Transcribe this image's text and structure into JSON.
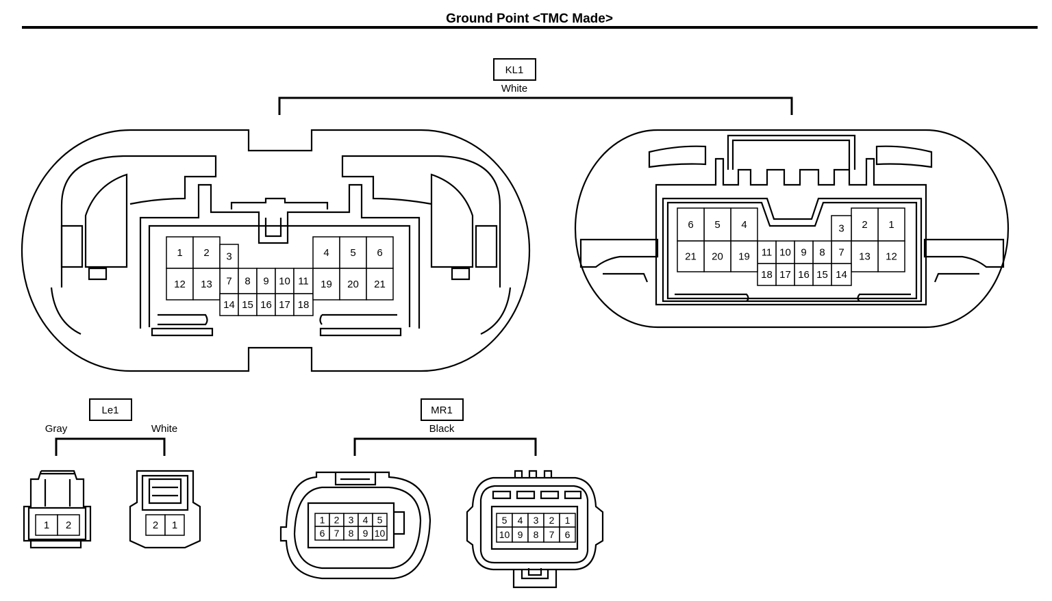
{
  "title": "Ground Point <TMC Made>",
  "connectors": {
    "kl1": {
      "code": "KL1",
      "color": "White",
      "female_pins": [
        "1",
        "2",
        "3",
        "4",
        "5",
        "6",
        "7",
        "8",
        "9",
        "10",
        "11",
        "12",
        "13",
        "14",
        "15",
        "16",
        "17",
        "18",
        "19",
        "20",
        "21"
      ],
      "male_pins": [
        "1",
        "2",
        "3",
        "4",
        "5",
        "6",
        "7",
        "8",
        "9",
        "10",
        "11",
        "12",
        "13",
        "14",
        "15",
        "16",
        "17",
        "18",
        "19",
        "20",
        "21"
      ]
    },
    "le1": {
      "code": "Le1",
      "left_color": "Gray",
      "right_color": "White",
      "left_pins": [
        "1",
        "2"
      ],
      "right_pins": [
        "2",
        "1"
      ]
    },
    "mr1": {
      "code": "MR1",
      "color": "Black",
      "left_pins": [
        "1",
        "2",
        "3",
        "4",
        "5",
        "6",
        "7",
        "8",
        "9",
        "10"
      ],
      "right_pins": [
        "5",
        "4",
        "3",
        "2",
        "1",
        "10",
        "9",
        "8",
        "7",
        "6"
      ]
    }
  }
}
